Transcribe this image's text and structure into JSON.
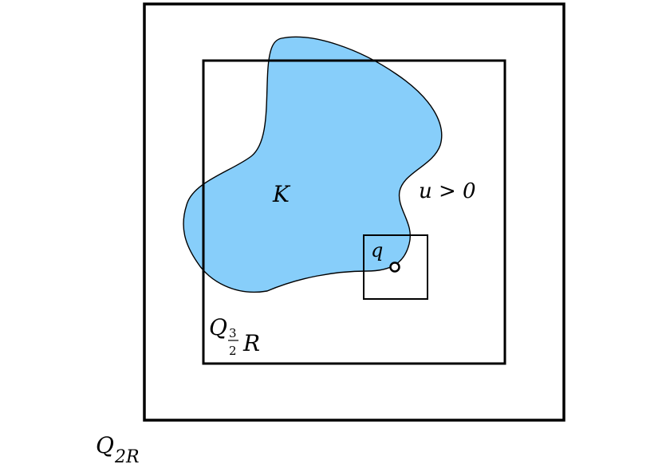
{
  "diagram": {
    "labels": {
      "outer_square": "Q",
      "outer_square_sub": "2R",
      "inner_square": "Q",
      "inner_square_frac_num": "3",
      "inner_square_frac_den": "2",
      "inner_square_R": "R",
      "set_label": "K",
      "region_label": "u > 0",
      "small_square": "q"
    },
    "colors": {
      "set_fill": "#87cefa",
      "stroke": "#000000",
      "background": "#ffffff"
    }
  }
}
